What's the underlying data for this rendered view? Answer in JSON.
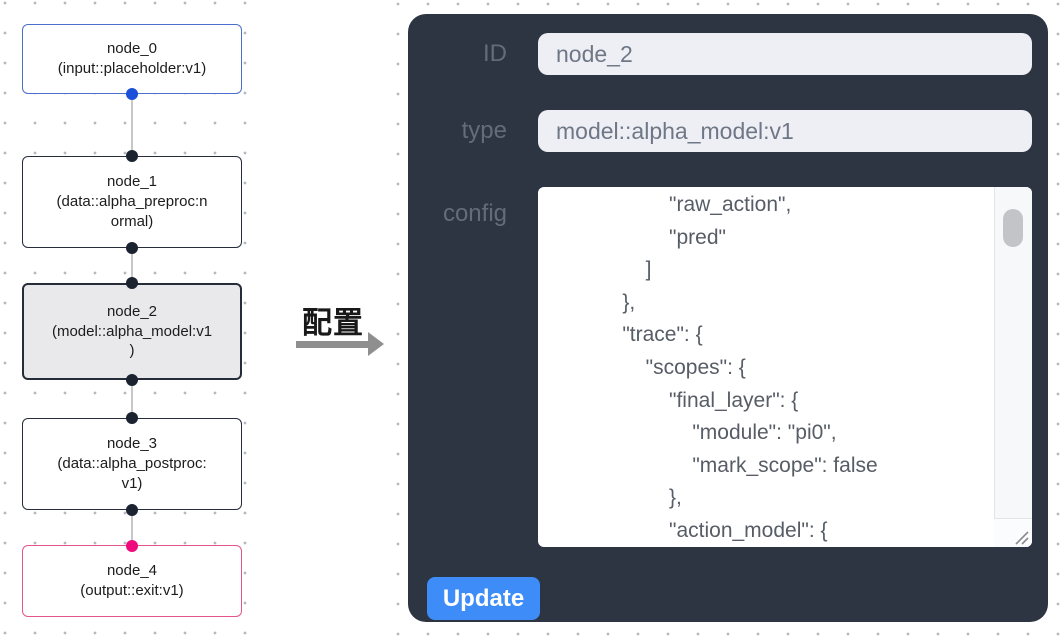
{
  "flow": {
    "nodes": [
      {
        "id": "node_0",
        "label": "node_0\n(input::placeholder:v1)"
      },
      {
        "id": "node_1",
        "label": "node_1\n(data::alpha_preproc:n\normal)"
      },
      {
        "id": "node_2",
        "label": "node_2\n(model::alpha_model:v1\n)"
      },
      {
        "id": "node_3",
        "label": "node_3\n(data::alpha_postproc:\nv1)"
      },
      {
        "id": "node_4",
        "label": "node_4\n(output::exit:v1)"
      }
    ]
  },
  "annotation": {
    "label": "配置"
  },
  "panel": {
    "id_label": "ID",
    "id_value": "node_2",
    "type_label": "type",
    "type_value": "model::alpha_model:v1",
    "config_label": "config",
    "config_text": "            \"raw_action\",\n            \"pred\"\n        ]\n    },\n    \"trace\": {\n        \"scopes\": {\n            \"final_layer\": {\n                \"module\": \"pi0\",\n                \"mark_scope\": false\n            },\n            \"action_model\": {",
    "update_label": "Update"
  },
  "colors": {
    "panel_bg": "#2d3442",
    "accent_blue": "#3e8cf7",
    "node_input_border": "#4a6fce",
    "node_output_border": "#e2558b",
    "port_blue": "#1c50d8",
    "port_pink": "#ef0b7c",
    "port_dark": "#1b2230"
  }
}
